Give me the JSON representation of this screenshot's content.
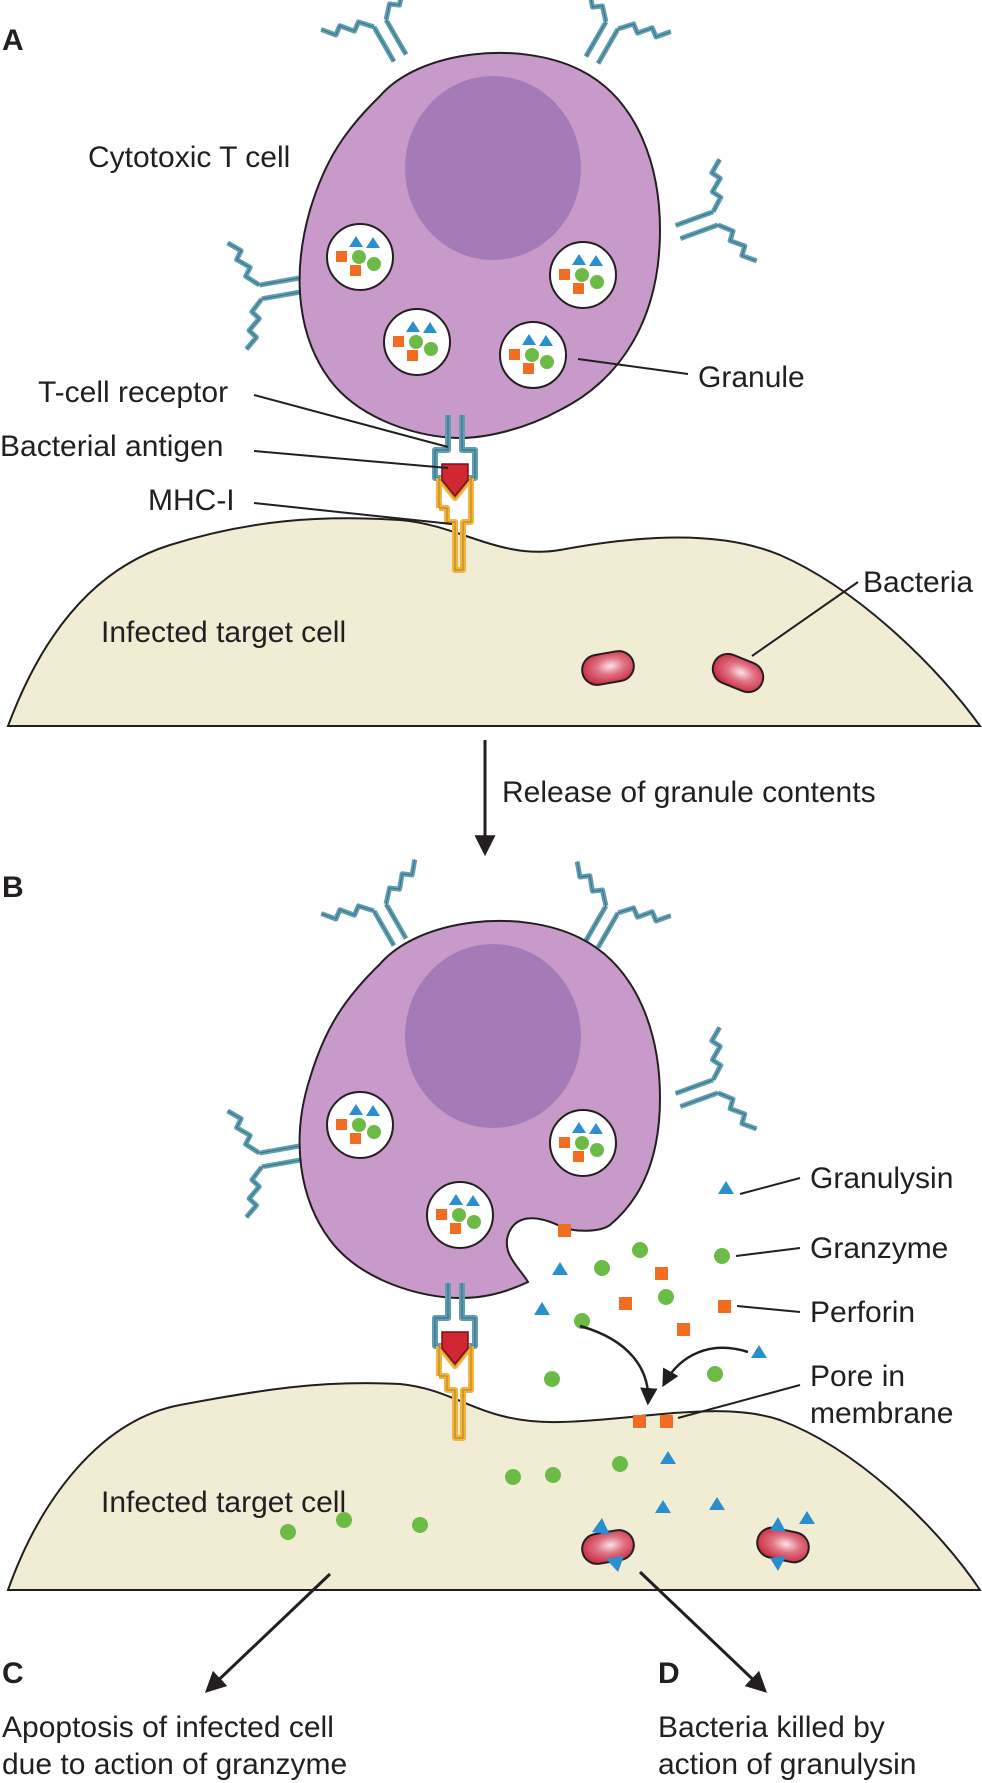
{
  "panels": {
    "a": "A",
    "b": "B",
    "c": "C",
    "d": "D"
  },
  "labels": {
    "cytotoxic_t_cell": "Cytotoxic T cell",
    "granule": "Granule",
    "t_cell_receptor": "T-cell receptor",
    "bacterial_antigen": "Bacterial antigen",
    "mhc_i": "MHC-I",
    "bacteria": "Bacteria",
    "infected_target_cell_a": "Infected target cell",
    "release": "Release of granule contents",
    "granulysin": "Granulysin",
    "granzyme": "Granzyme",
    "perforin": "Perforin",
    "pore_line1": "Pore in",
    "pore_line2": "membrane",
    "infected_target_cell_b": "Infected target cell",
    "c_line1": "Apoptosis of infected cell",
    "c_line2": "due to action of granzyme",
    "d_line1": "Bacteria killed by",
    "d_line2": "action of granulysin"
  },
  "colors": {
    "t_cell": "#c89ac9",
    "nucleus": "#a47bb7",
    "target_cell": "#f1ecd4",
    "receptor": "#5e9fb3",
    "antigen": "#d02733",
    "mhc": "#f2b43c",
    "granulysin": "#2a8fcf",
    "granzyme": "#6dbb47",
    "perforin": "#f26d22",
    "bacteria": "#c92a3f"
  },
  "icons": [
    "t-cell",
    "nucleus",
    "granule",
    "t-cell-receptor",
    "mhc-i",
    "bacterial-antigen",
    "bacterium",
    "granulysin-triangle",
    "granzyme-circle",
    "perforin-square",
    "arrow"
  ]
}
